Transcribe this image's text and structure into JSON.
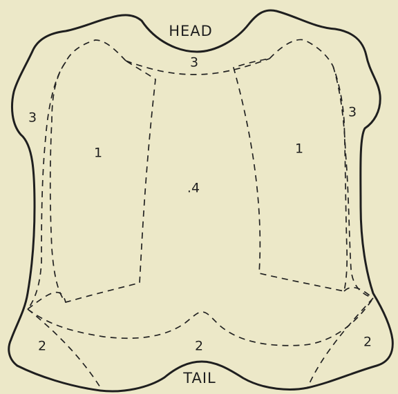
{
  "diagram": {
    "head_label": "HEAD",
    "tail_label": "TAIL",
    "regions": {
      "head_band": "3",
      "left_side": "3",
      "right_side": "3",
      "left_shoulder": "1",
      "right_shoulder": "1",
      "center": ".4",
      "left_belly": "2",
      "middle_belly": "2",
      "right_belly": "2"
    },
    "colors": {
      "background": "#ece8c8",
      "ink": "#1f1f1f"
    }
  }
}
